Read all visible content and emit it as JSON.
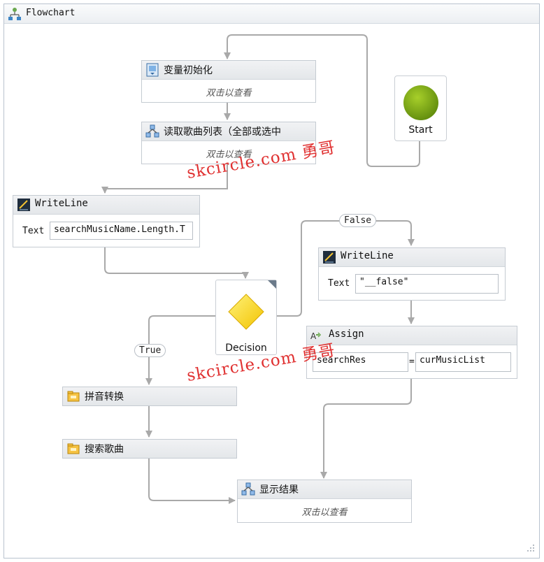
{
  "window": {
    "title": "Flowchart"
  },
  "start": {
    "label": "Start"
  },
  "decision": {
    "label": "Decision",
    "true_label": "True",
    "false_label": "False"
  },
  "activities": {
    "init": {
      "title": "变量初始化",
      "hint": "双击以查看"
    },
    "read": {
      "title": "读取歌曲列表（全部或选中",
      "hint": "双击以查看"
    },
    "writeline1": {
      "title": "WriteLine",
      "text_label": "Text",
      "text_value": "searchMusicName.Length.T"
    },
    "writeline2": {
      "title": "WriteLine",
      "text_label": "Text",
      "text_value": "\"__false\""
    },
    "assign": {
      "title": "Assign",
      "to": "searchRes",
      "op": "=",
      "value": "curMusicList"
    },
    "pinyin": {
      "title": "拼音转换"
    },
    "search": {
      "title": "搜索歌曲"
    },
    "show": {
      "title": "显示结果",
      "hint": "双击以查看"
    }
  },
  "watermarks": [
    "skcircle.com 勇哥",
    "skcircle.com 勇哥"
  ],
  "colors": {
    "connector": "#a9a9a9",
    "start": "#7aa317",
    "decision": "#ffd700",
    "watermark": "#e03030"
  },
  "icons": [
    "flowchart-icon",
    "sequence-icon",
    "invoke-icon",
    "writeline-icon",
    "assign-icon",
    "folder-icon"
  ]
}
